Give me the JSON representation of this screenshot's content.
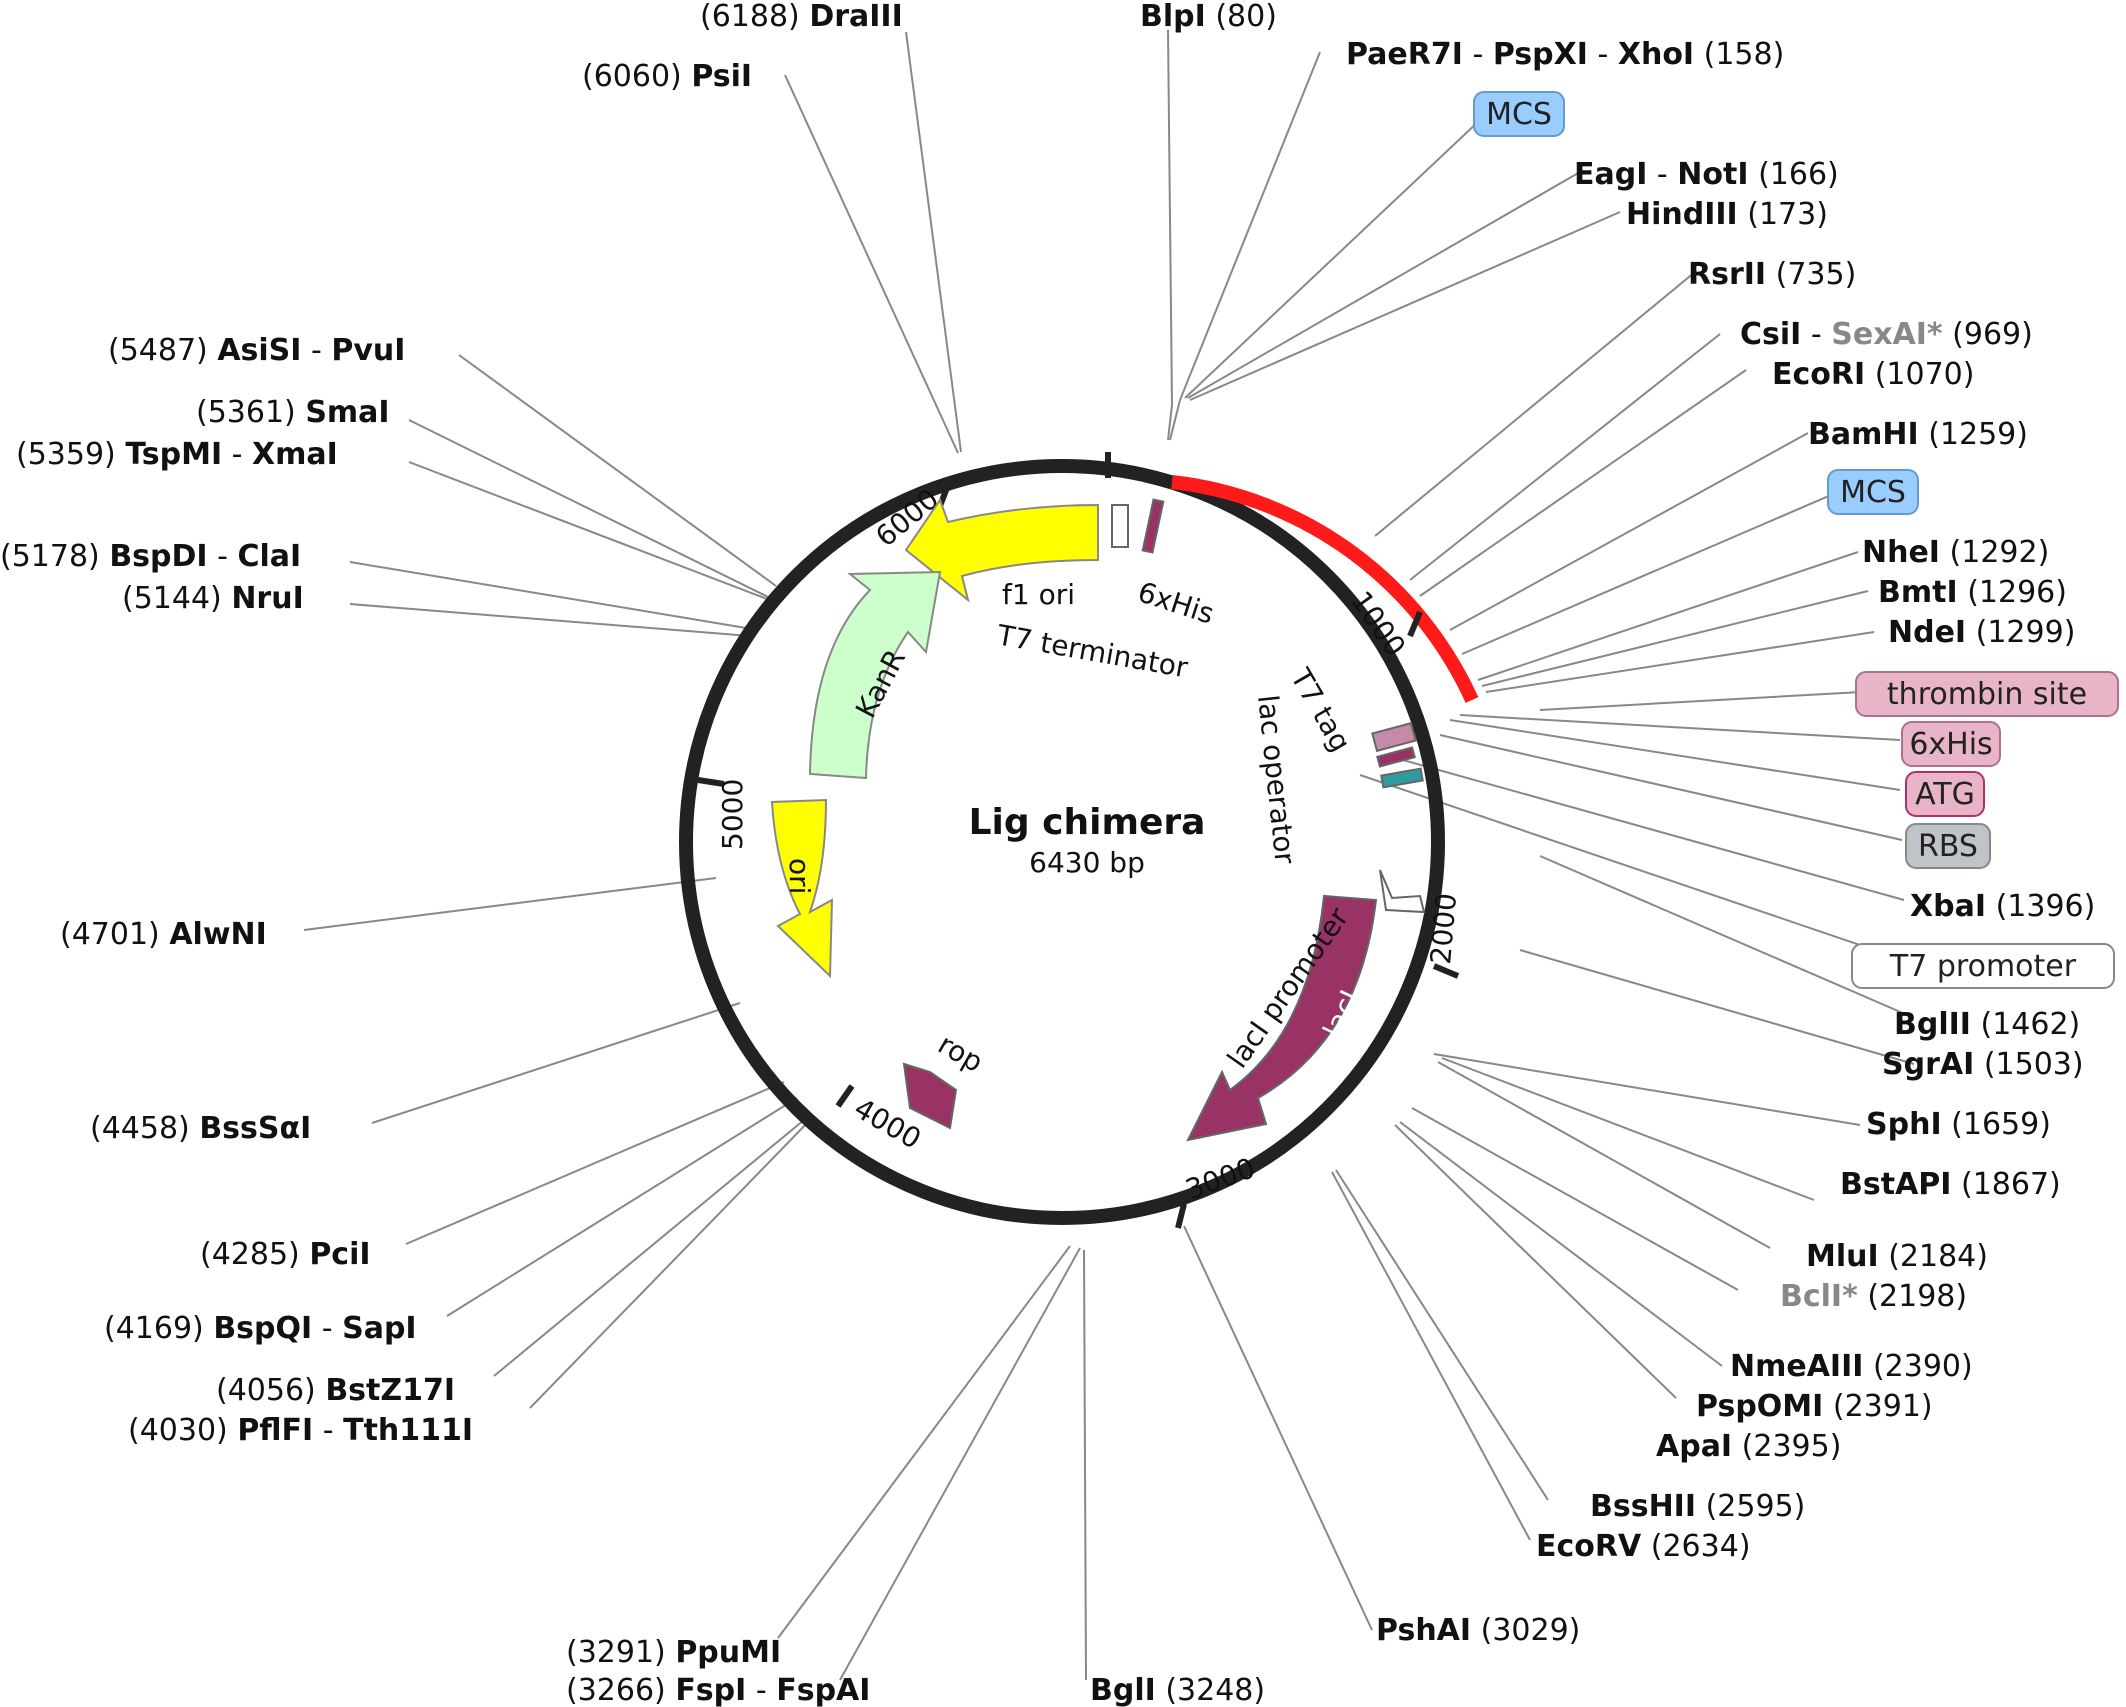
{
  "plasmid": {
    "name": "Lig chimera",
    "length_label": "6430 bp"
  },
  "ticks": [
    "1000",
    "2000",
    "3000",
    "4000",
    "5000",
    "6000"
  ],
  "sites_left": [
    {
      "pos": "(6188)",
      "name": "DraIII"
    },
    {
      "pos": "(6060)",
      "name": "PsiI"
    },
    {
      "pos": "(5487)",
      "name": "AsiSI",
      "name2": "PvuI"
    },
    {
      "pos": "(5361)",
      "name": "SmaI"
    },
    {
      "pos": "(5359)",
      "name": "TspMI",
      "name2": "XmaI"
    },
    {
      "pos": "(5178)",
      "name": "BspDI",
      "name2": "ClaI"
    },
    {
      "pos": "(5144)",
      "name": "NruI"
    },
    {
      "pos": "(4701)",
      "name": "AlwNI"
    },
    {
      "pos": "(4458)",
      "name": "BssSαI"
    },
    {
      "pos": "(4285)",
      "name": "PciI"
    },
    {
      "pos": "(4169)",
      "name": "BspQI",
      "name2": "SapI"
    },
    {
      "pos": "(4056)",
      "name": "BstZ17I"
    },
    {
      "pos": "(4030)",
      "name": "PflFI",
      "name2": "Tth111I"
    },
    {
      "pos": "(3291)",
      "name": "PpuMI"
    },
    {
      "pos": "(3266)",
      "name": "FspI",
      "name2": "FspAI"
    }
  ],
  "sites_right": [
    {
      "name": "BlpI",
      "pos": "(80)"
    },
    {
      "name": "PaeR7I",
      "name2": "PspXI",
      "name3": "XhoI",
      "pos": "(158)"
    },
    {
      "name": "EagI",
      "name2": "NotI",
      "pos": "(166)"
    },
    {
      "name": "HindIII",
      "pos": "(173)"
    },
    {
      "name": "RsrII",
      "pos": "(735)"
    },
    {
      "name": "CsiI",
      "name2": "SexAI*",
      "pos": "(969)"
    },
    {
      "name": "EcoRI",
      "pos": "(1070)"
    },
    {
      "name": "BamHI",
      "pos": "(1259)"
    },
    {
      "name": "NheI",
      "pos": "(1292)"
    },
    {
      "name": "BmtI",
      "pos": "(1296)"
    },
    {
      "name": "NdeI",
      "pos": "(1299)"
    },
    {
      "name": "XbaI",
      "pos": "(1396)"
    },
    {
      "name": "BglII",
      "pos": "(1462)"
    },
    {
      "name": "SgrAI",
      "pos": "(1503)"
    },
    {
      "name": "SphI",
      "pos": "(1659)"
    },
    {
      "name": "BstAPI",
      "pos": "(1867)"
    },
    {
      "name": "MluI",
      "pos": "(2184)"
    },
    {
      "name": "BclI*",
      "pos": "(2198)"
    },
    {
      "name": "NmeAIII",
      "pos": "(2390)"
    },
    {
      "name": "PspOMI",
      "pos": "(2391)"
    },
    {
      "name": "ApaI",
      "pos": "(2395)"
    },
    {
      "name": "BssHII",
      "pos": "(2595)"
    },
    {
      "name": "EcoRV",
      "pos": "(2634)"
    },
    {
      "name": "PshAI",
      "pos": "(3029)"
    },
    {
      "name": "BglI",
      "pos": "(3248)"
    }
  ],
  "boxes": {
    "mcs1": "MCS",
    "mcs2": "MCS",
    "thrombin": "thrombin site",
    "his": "6xHis",
    "atg": "ATG",
    "rbs": "RBS",
    "t7prom": "T7 promoter"
  },
  "features": {
    "f1ori": "f1 ori",
    "his_inner": "6xHis",
    "t7term": "T7 terminator",
    "t7tag": "T7 tag",
    "lacop": "lac operator",
    "lacprom": "lacI promoter",
    "laci": "lacI",
    "kanr": "KanR",
    "ori": "ori",
    "rop": "rop"
  },
  "colors": {
    "backbone": "#222222",
    "insert": "#ff1a1a",
    "yellow": "#ffff00",
    "kanr": "#ccffcc",
    "laci": "#993366",
    "mcs": "#99ccff",
    "pink": "#e8b4c8",
    "gray_box": "#c0c4c8",
    "leader": "#888888"
  }
}
